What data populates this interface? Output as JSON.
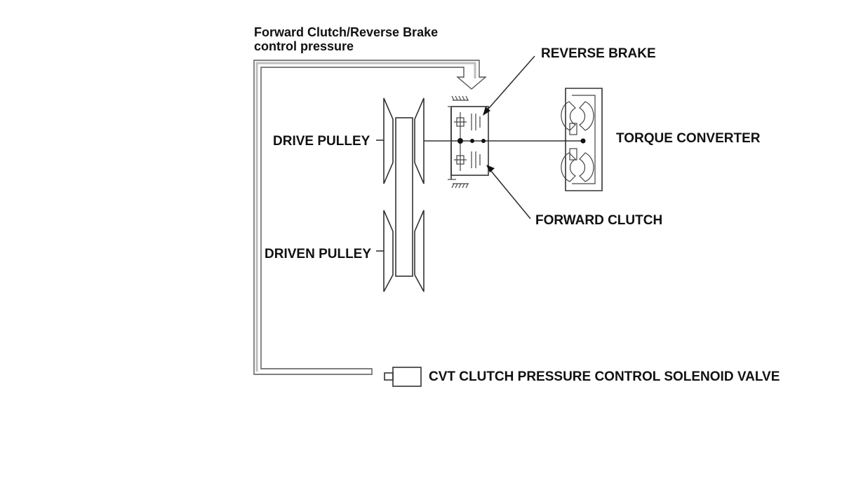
{
  "diagram": {
    "pressure_label_line1": "Forward Clutch/Reverse Brake",
    "pressure_label_line2": "control pressure",
    "reverse_brake_label": "REVERSE BRAKE",
    "drive_pulley_label": "DRIVE PULLEY",
    "torque_converter_label": "TORQUE CONVERTER",
    "forward_clutch_label": "FORWARD CLUTCH",
    "driven_pulley_label": "DRIVEN PULLEY",
    "solenoid_valve_label": "CVT CLUTCH PRESSURE CONTROL SOLENOID VALVE"
  }
}
